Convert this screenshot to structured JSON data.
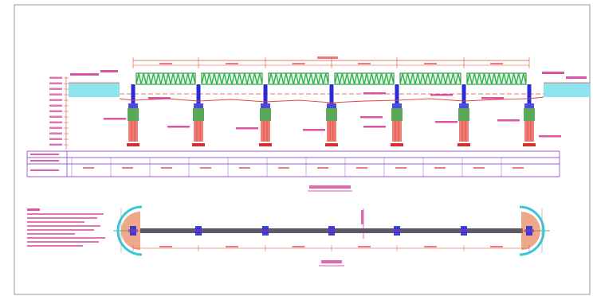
{
  "colors": {
    "frame": "#9a9a9a",
    "dimension": "#e0473f",
    "truss": "#2fb34a",
    "truss_chord": "#1f7a34",
    "pier": "#2b2bd6",
    "pile": "#f07e74",
    "pile_cap": "#d62d2d",
    "footing": "#3c9a3c",
    "water": "#8fe3ee",
    "table": "#9b59d0",
    "abutment": "#33c7d8",
    "embankment": "#e0632a",
    "deck": "#5a5a66",
    "label": "#d12a8c"
  },
  "diagram": {
    "span_count": 6,
    "pier_count": 7,
    "table_row_count": 3,
    "table_column_count": 13
  }
}
